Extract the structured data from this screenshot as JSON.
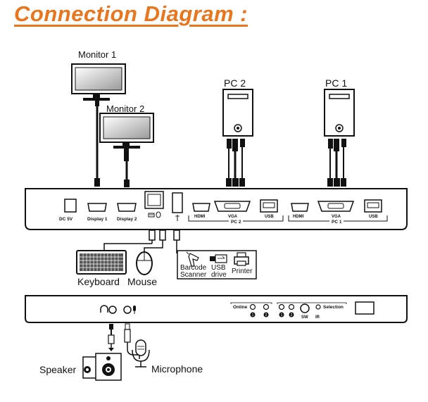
{
  "title": "Connection Diagram :",
  "monitors": {
    "m1": "Monitor 1",
    "m2": "Monitor 2"
  },
  "pcs": {
    "pc2": "PC 2",
    "pc1": "PC 1"
  },
  "rear_panel": {
    "dc": "DC 5V",
    "display1": "Display 1",
    "display2": "Display 2",
    "pc2_hdmi": "HDMI",
    "pc2_vga": "VGA",
    "pc2_usb": "USB",
    "pc2_group": "PC 2",
    "pc1_hdmi": "HDMI",
    "pc1_vga": "VGA",
    "pc1_usb": "USB",
    "pc1_group": "PC 1"
  },
  "peripherals": {
    "keyboard": "Keyboard",
    "mouse": "Mouse",
    "barcode1": "Barcode",
    "barcode2": "Scanner",
    "usb1": "USB",
    "usb2": "drive",
    "printer": "Printer"
  },
  "front_panel": {
    "online": "Online",
    "selection": "Selection",
    "one_a": "1",
    "two_a": "2",
    "one_b": "1",
    "two_b": "2",
    "sw": "SW",
    "ir": "IR"
  },
  "audio": {
    "speaker": "Speaker",
    "microphone": "Microphone"
  }
}
